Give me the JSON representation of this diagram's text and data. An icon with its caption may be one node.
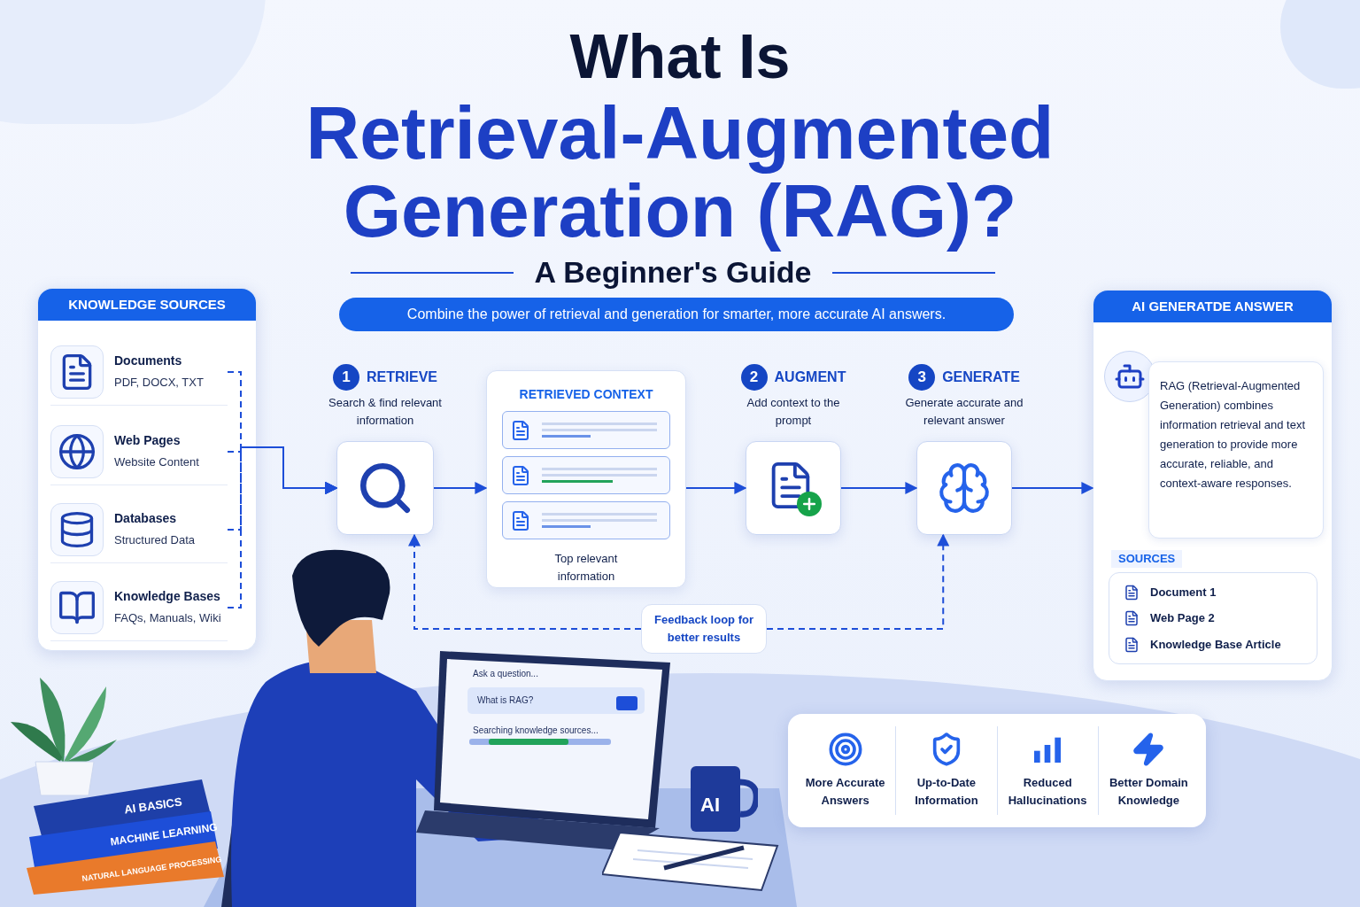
{
  "diagram": {
    "title": "What Is **Retrieval-Augmented Generation (RAG)?**",
    "nodes": [
      {
        "text": [
          "KNOWLEDGE SOURCES"
        ]
      },
      {
        "text": [
          "Documents",
          "PDF, DOCX, TXT"
        ],
        "in": 0
      },
      {
        "text": [
          "Web Pages",
          "Website Content"
        ],
        "in": 0
      },
      {
        "text": [
          "Databases",
          "Structured Data"
        ],
        "in": 0
      },
      {
        "text": [
          "Knowledge Bases",
          "FAQs, Manuals, Wiki"
        ],
        "in": 0
      },
      {
        "text": [
          "1",
          "RETRIEVE",
          "Search & find relevant information"
        ]
      },
      {
        "text": [
          "RETRIEVED CONTEXT",
          "Top relevant information"
        ]
      },
      {
        "text": [
          "2",
          "AUGMENT",
          "Add context to the prompt"
        ]
      },
      {
        "text": [
          "3",
          "GENERATE",
          "Generate accurate and relevant answer"
        ]
      },
      {
        "text": [
          "AI GENERATDE ANSWER"
        ]
      },
      {
        "text": [
          "RAG (Retrieval-Augmented Generation) combines information retrieval and text generation to provide more accurate, reliable, and context-aware responses."
        ],
        "in": 9
      },
      {
        "text": [
          "SOURCES",
          "Document 1",
          "Web Page 2",
          "Knowledge Base Article"
        ],
        "in": 9
      },
      {
        "text": [
          "Feedback loop for better results"
        ]
      },
      {
        "text": [
          "More Accurate Answers",
          "Up-to-Date Information",
          "Reduced Hallucinations",
          "Better Domain Knowledge"
        ]
      }
    ],
    "edges": [
      {
        "from": 1,
        "to": 5,
        "arrow": "to",
        "style": "dashed"
      },
      {
        "from": 2,
        "to": 5,
        "arrow": "to",
        "style": "dashed"
      },
      {
        "from": 3,
        "to": 5,
        "arrow": "to",
        "style": "dashed"
      },
      {
        "from": 4,
        "to": 5,
        "arrow": "to",
        "style": "dashed"
      },
      {
        "from": 5,
        "to": 6,
        "arrow": "to"
      },
      {
        "from": 6,
        "to": 7,
        "arrow": "to"
      },
      {
        "from": 7,
        "to": 8,
        "arrow": "to"
      },
      {
        "from": 8,
        "to": 9,
        "arrow": "to"
      },
      {
        "from": 12,
        "to": 5,
        "arrow": "to",
        "style": "dashed"
      },
      {
        "from": 12,
        "to": 8,
        "arrow": "to",
        "style": "dashed"
      }
    ],
    "labels": [
      "A Beginner's Guide",
      "Combine the power of retrieval and generation for smarter, more accurate AI answers.",
      "Ask a question...",
      "What is RAG?",
      "Searching knowledge sources...",
      "AI BASICS",
      "MACHINE LEARNING",
      "NATURAL LANGUAGE PROCESSING",
      "AI"
    ]
  }
}
